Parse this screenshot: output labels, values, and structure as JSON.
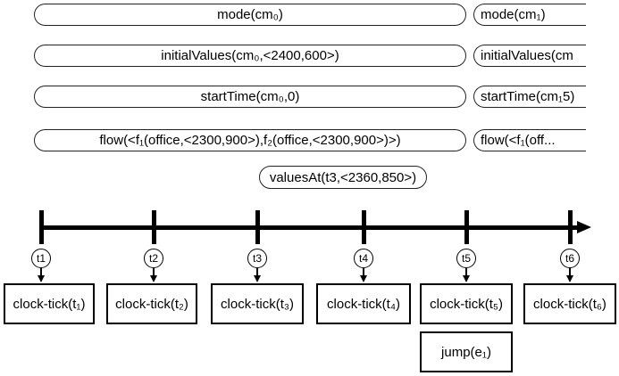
{
  "state_rows": {
    "mode": {
      "main": "mode(cm₀)",
      "side": "mode(cm₁)"
    },
    "initial_values": {
      "main": "initialValues(cm₀,<2400,600>)",
      "side": "initialValues(cm"
    },
    "start_time": {
      "main": "startTime(cm₀,0)",
      "side": "startTime(cm₁5)"
    },
    "flow": {
      "main": "flow(<f₁(office,<2300,900>),f₂(office,<2300,900>)>)",
      "side": "flow(<f₁(off..."
    }
  },
  "values_at": "valuesAt(t3,<2360,850>)",
  "timepoints": [
    {
      "label": "t1",
      "event": "clock-tick(t₁)"
    },
    {
      "label": "t2",
      "event": "clock-tick(t₂)"
    },
    {
      "label": "t3",
      "event": "clock-tick(t₃)"
    },
    {
      "label": "t4",
      "event": "clock-tick(t₄)"
    },
    {
      "label": "t5",
      "event": "clock-tick(t₅)"
    },
    {
      "label": "t6",
      "event": "clock-tick(t₆)"
    }
  ],
  "jump": "jump(e₁)"
}
